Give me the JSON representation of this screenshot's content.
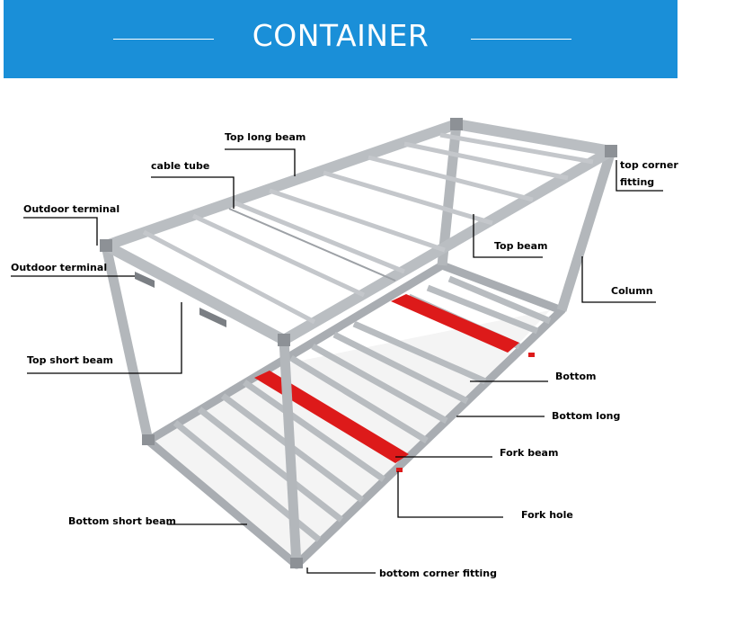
{
  "header": {
    "title": "CONTAINER",
    "background": "#1a8fd8"
  },
  "labels": {
    "top_long_beam": "Top long beam",
    "cable_tube": "cable tube",
    "outdoor_terminal_1": "Outdoor terminal",
    "outdoor_terminal_2": "Outdoor terminal",
    "top_corner_fitting_1": "top corner",
    "top_corner_fitting_2": "fitting",
    "top_beam": "Top beam",
    "column": "Column",
    "top_short_beam": "Top short beam",
    "bottom": "Bottom",
    "bottom_long": "Bottom long",
    "fork_beam": "Fork beam",
    "fork_hole": "Fork hole",
    "bottom_short_beam": "Bottom short beam",
    "bottom_corner_fitting": "bottom  corner fitting"
  },
  "colors": {
    "frame": "#b8bcc0",
    "frame_dark": "#8d9196",
    "fork_beam": "#dd1a1a"
  }
}
